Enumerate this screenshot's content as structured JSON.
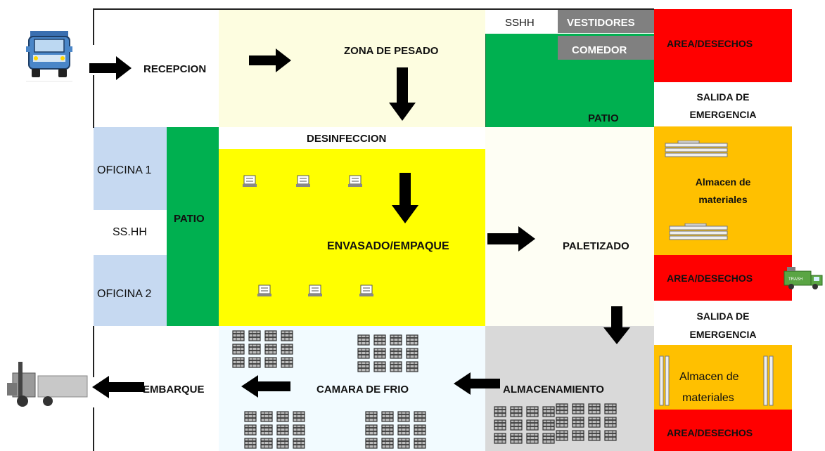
{
  "labels": {
    "recepcion": "RECEPCION",
    "zona_pesado": "ZONA DE PESADO",
    "sshh_top": "SSHH",
    "vestidores": "VESTIDORES",
    "comedor": "COMEDOR",
    "patio_top": "PATIO",
    "area_desechos_1": "AREA/DESECHOS",
    "salida_emergencia_1a": "SALIDA DE",
    "salida_emergencia_1b": "EMERGENCIA",
    "desinfeccion": "DESINFECCION",
    "oficina_1": "OFICINA 1",
    "ss_hh": "SS.HH",
    "oficina_2": "OFICINA 2",
    "patio_left": "PATIO",
    "envasado": "ENVASADO/EMPAQUE",
    "paletizado": "PALETIZADO",
    "almacen_materiales_1a": "Almacen de",
    "almacen_materiales_1b": "materiales",
    "area_desechos_2": "AREA/DESECHOS",
    "salida_emergencia_2a": "SALIDA DE",
    "salida_emergencia_2b": "EMERGENCIA",
    "almacen_materiales_2a": "Almacen de",
    "almacen_materiales_2b": "materiales",
    "area_desechos_3": "AREA/DESECHOS",
    "embarque": "EMBARQUE",
    "camara_frio": "CAMARA DE FRIO",
    "almacenamiento": "ALMACENAMIENTO",
    "trash_truck_text": "TRASH"
  },
  "colors": {
    "cream": "#fdfde0",
    "yellow": "#ffff00",
    "green": "#00b050",
    "gray": "#808080",
    "red": "#ff0000",
    "orange": "#ffc000",
    "lightblue": "#c6d9f1",
    "lightcyan": "#f2fbff",
    "lightgray": "#d9d9d9",
    "offwhite": "#fefef4"
  }
}
